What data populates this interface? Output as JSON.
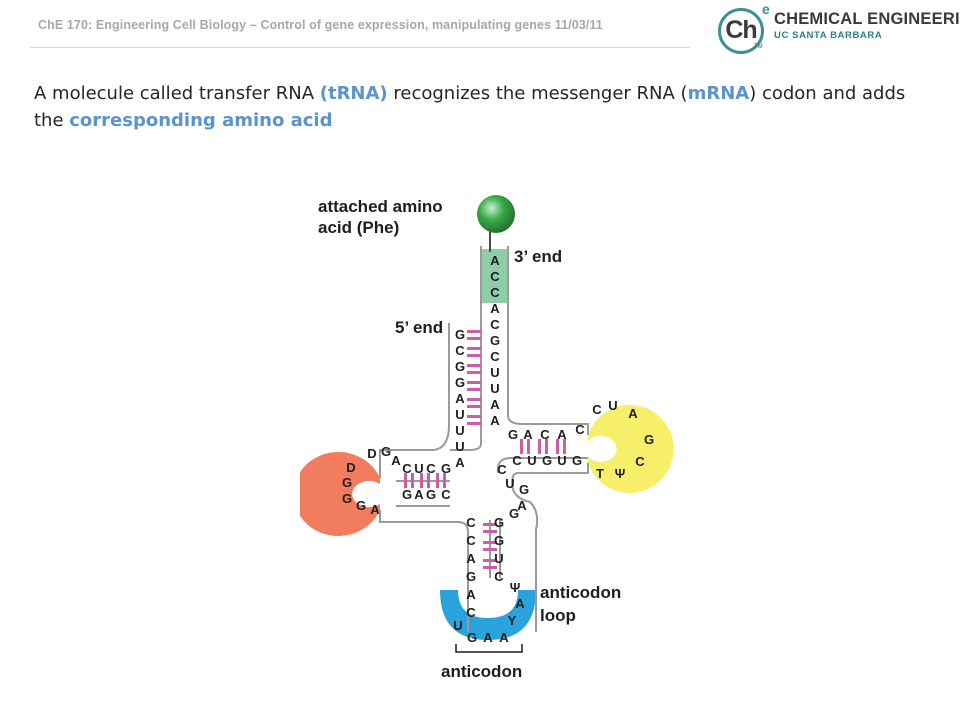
{
  "header": {
    "title": "ChE 170: Engineering Cell Biology – Control of gene expression, manipulating genes 11/03/11",
    "logo": {
      "mark": "Ch",
      "superscript": "e",
      "trademark": "TM",
      "line1": "CHEMICAL ENGINEERING",
      "line2": "UC SANTA BARBARA"
    }
  },
  "body": {
    "segments": [
      {
        "text": "A molecule called transfer RNA ",
        "highlight": false
      },
      {
        "text": "(tRNA)",
        "highlight": true
      },
      {
        "text": " recognizes the messenger RNA (",
        "highlight": false
      },
      {
        "text": "mRNA",
        "highlight": true
      },
      {
        "text": ") codon and adds the ",
        "highlight": false
      },
      {
        "text": "corresponding amino acid",
        "highlight": true
      }
    ]
  },
  "figure": {
    "labels": {
      "amino_acid_line1": "attached amino",
      "amino_acid_line2": "acid (Phe)",
      "three_prime": "3’ end",
      "five_prime": "5’ end",
      "anticodon_loop_line1": "anticodon",
      "anticodon_loop_line2": "loop",
      "anticodon": "anticodon"
    },
    "colors": {
      "amino_acid": "#3aa84a",
      "acc_stem": "#8fcca8",
      "d_loop": "#f27c5e",
      "t_loop": "#f7ef6a",
      "anticodon_loop": "#2aa3dd",
      "anticodon_bases": "#c2218f",
      "base_pairs": "#c95fa8",
      "highlight_text": "#5b93cd"
    },
    "acceptor_3prime": [
      "A",
      "C",
      "C",
      "A",
      "C",
      "G",
      "C",
      "U",
      "U",
      "A",
      "A"
    ],
    "acceptor_5prime": [
      "G",
      "C",
      "G",
      "G",
      "A",
      "U",
      "U",
      "U",
      "A"
    ],
    "d_arm_top": [
      "C",
      "U",
      "C",
      "G"
    ],
    "d_arm_bottom": [
      "G",
      "A",
      "G",
      "C"
    ],
    "d_loop": [
      "D",
      "G",
      "A",
      "D",
      "G",
      "G",
      "G",
      "A"
    ],
    "t_arm_top": [
      "G",
      "A",
      "C",
      "A",
      "C"
    ],
    "t_arm_bottom": [
      "C",
      "U",
      "G",
      "U",
      "G"
    ],
    "t_loop": [
      "C",
      "U",
      "A",
      "G",
      "C",
      "Ψ",
      "T"
    ],
    "variable_loop": [
      "C",
      "U",
      "G",
      "A",
      "G"
    ],
    "anticodon_left": [
      "C",
      "C",
      "A",
      "G",
      "A",
      "C",
      "U"
    ],
    "anticodon_right": [
      "G",
      "G",
      "U",
      "C",
      "Ψ",
      "A",
      "Y"
    ],
    "anticodon_bases": [
      "G",
      "A",
      "A"
    ]
  }
}
